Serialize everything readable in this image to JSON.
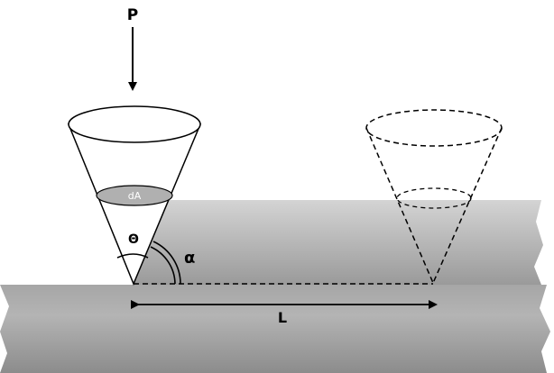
{
  "labels": {
    "load": "P",
    "area": "dA",
    "theta": "Θ",
    "alpha": "α",
    "length": "L"
  },
  "colors": {
    "background": "#ffffff",
    "upper_block_light": "#d2d2d2",
    "upper_block_dark": "#9c9c9c",
    "lower_block_light": "#a8a8a8",
    "lower_block_dark": "#8a8a8a",
    "area_ellipse": "#b0b0b0",
    "stroke": "#000000"
  }
}
